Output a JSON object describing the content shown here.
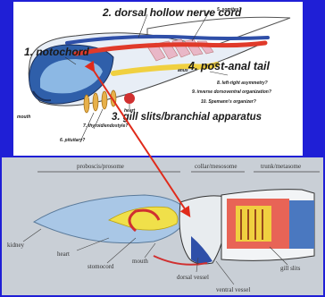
{
  "top_labels": {
    "notochord": "1. notochord",
    "nerve_cord": "2. dorsal hollow nerve cord",
    "gill_slits": "3. gill slits/branchial apparatus",
    "post_anal_tail": "4. post-anal tail",
    "somites": "5. somites?",
    "pituitary": "6. pituitary?",
    "thyroid": "7. thyroid/endostyle?",
    "left_right": "8. left-right asymmetry?",
    "inverse": "9. inverse dorsoventral organization?",
    "spemann": "10. Spemann's organizer?",
    "heart": "heart",
    "anus": "anus",
    "mouth": "mouth"
  },
  "bottom_labels": {
    "proboscis": "proboscis/prosome",
    "collar": "collar/mesosome",
    "trunk": "trunk/metasome",
    "kidney": "kidney",
    "heart": "heart",
    "stomocord": "stomocord",
    "mouth": "mouth",
    "dorsal_vessel": "dorsal vessel",
    "ventral_vessel": "ventral vessel",
    "gill_slits": "gill slits"
  },
  "colors": {
    "background": "#1f1fd6",
    "notochord": "#e03a2a",
    "nerve_cord": "#2f4fa8",
    "pharynx": "#7fb0dd",
    "arrow": "#e02a1a",
    "stomocord": "#f0e04a",
    "proboscis": "#a9c7e6"
  }
}
